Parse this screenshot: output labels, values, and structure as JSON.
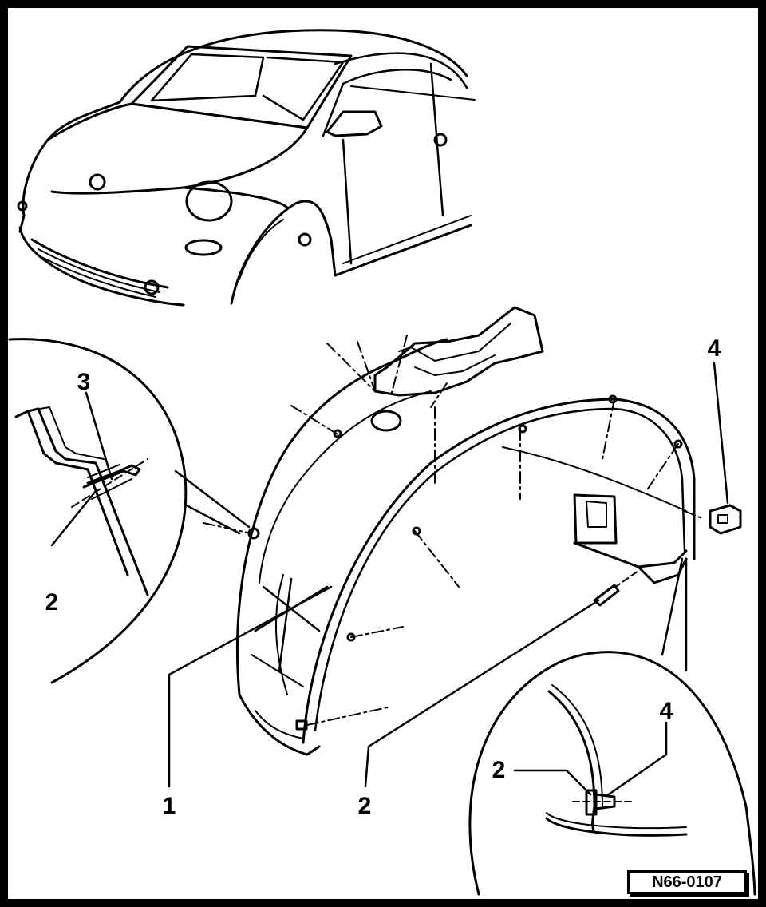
{
  "diagram": {
    "callouts": {
      "part_1": "1",
      "part_2_main": "2",
      "detail_left_2": "2",
      "detail_left_3": "3",
      "top_right_4": "4",
      "detail_right_2": "2",
      "detail_right_4": "4"
    },
    "reference_code": "N66-0107"
  }
}
